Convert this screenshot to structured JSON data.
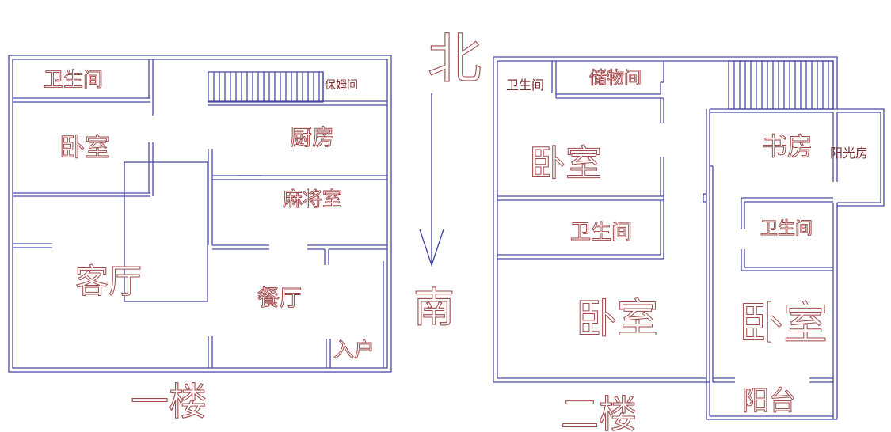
{
  "compass": {
    "north": "北",
    "south": "南"
  },
  "floor1": {
    "title": "一楼",
    "rooms": {
      "bathroom": "卫生间",
      "nanny_room": "保姆间",
      "bedroom": "卧室",
      "kitchen": "厨房",
      "mahjong_room": "麻将室",
      "living_room": "客厅",
      "dining_room": "餐厅",
      "entrance": "入户"
    }
  },
  "floor2": {
    "title": "二楼",
    "rooms": {
      "bathroom_small": "卫生间",
      "storage": "储物间",
      "bedroom_nw": "卧室",
      "study": "书房",
      "sunroom": "阳光房",
      "bathroom_mid": "卫生间",
      "bathroom_right": "卫生间",
      "bedroom_sw": "卧室",
      "bedroom_se": "卧室",
      "balcony": "阳台"
    }
  },
  "colors": {
    "walls": "#4a4aa6",
    "labels": "#a04a4a"
  }
}
